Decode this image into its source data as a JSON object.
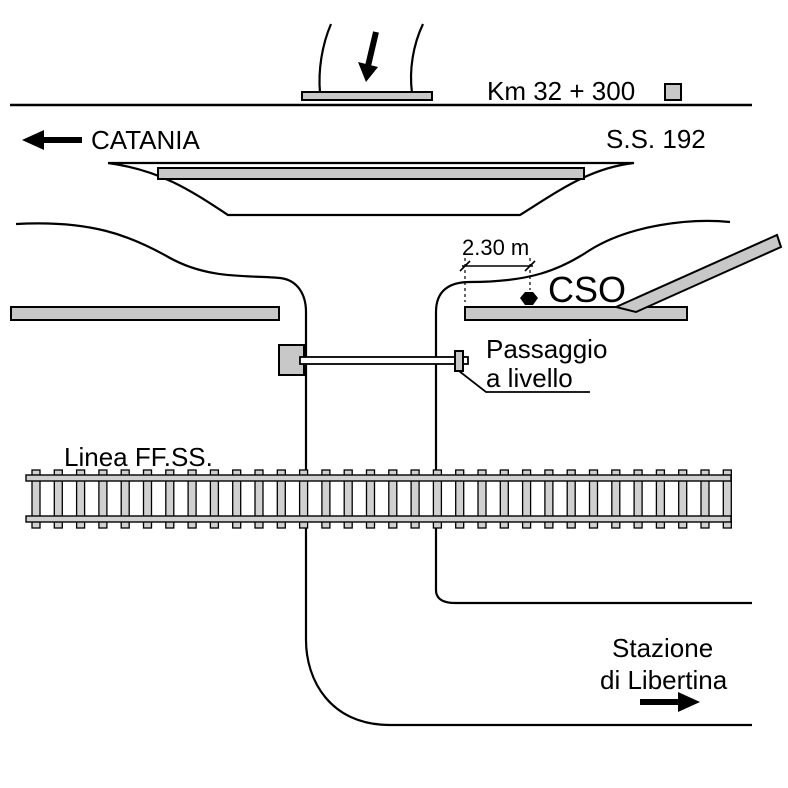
{
  "labels": {
    "km": "Km 32 + 300",
    "catania": "CATANIA",
    "ss": "S.S. 192",
    "distance": "2.30 m",
    "cso": "CSO",
    "passaggio_1": "Passaggio",
    "passaggio_2": "a livello",
    "linea": "Linea FF.SS.",
    "stazione_1": "Stazione",
    "stazione_2": "di Libertina"
  },
  "colors": {
    "fill": "#c8c8c8",
    "stroke": "#000000"
  },
  "icons": {
    "km_marker": "square-marker-icon",
    "flow": "down-arrow-icon",
    "catania": "left-arrow-icon",
    "stazione": "right-arrow-icon"
  }
}
